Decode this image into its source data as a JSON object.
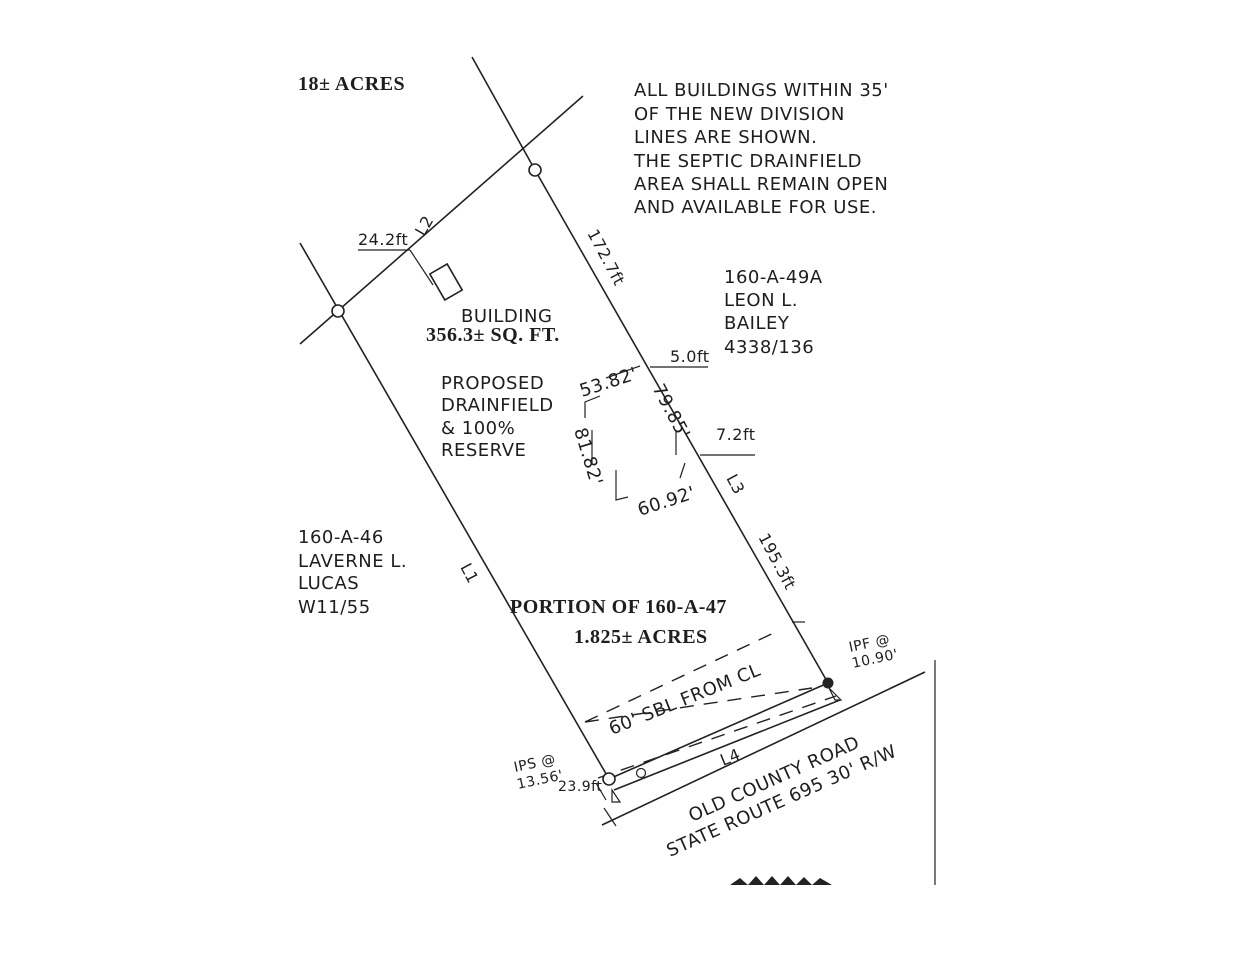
{
  "notes": {
    "top_left_acres": "18± ACRES",
    "general_note": [
      "ALL BUILDINGS WITHIN 35'",
      "OF THE NEW DIVISION",
      "LINES ARE SHOWN.",
      "THE SEPTIC DRAINFIELD",
      "AREA SHALL REMAIN OPEN",
      "AND AVAILABLE FOR USE."
    ]
  },
  "adjoiners": {
    "right": [
      "160-A-49A",
      "LEON L.",
      "BAILEY",
      "4338/136"
    ],
    "left": [
      "160-A-46",
      "LAVERNE L.",
      "LUCAS",
      "W11/55"
    ]
  },
  "building": {
    "label": "BUILDING",
    "area": "356.3± SQ. FT.",
    "setback": "24.2ft"
  },
  "drainfield": {
    "label": [
      "PROPOSED",
      "DRAINFIELD",
      "& 100%",
      "RESERVE"
    ],
    "dims": {
      "top": "53.82'",
      "right": "79.85'",
      "left": "81.82'",
      "bottom": "60.92'"
    },
    "offset_top": "5.0ft",
    "offset_side": "7.2ft"
  },
  "parcel": {
    "name": "PORTION OF 160-A-47",
    "acres": "1.825± ACRES"
  },
  "lines": {
    "L1": "L1",
    "L2": "L2",
    "L3": "L3",
    "L4": "L4",
    "seg_upper": "172.7ft",
    "seg_lower": "195.3ft"
  },
  "setback_line": "60' SBL FROM CL",
  "pins": {
    "ipf_label": "IPF @",
    "ipf_value": "10.90'",
    "ips_label": "IPS @",
    "ips_value": "13.56'",
    "corner_offset": "23.9ft"
  },
  "road": {
    "name": "OLD COUNTY ROAD",
    "route": "STATE ROUTE 695 30' R/W"
  }
}
